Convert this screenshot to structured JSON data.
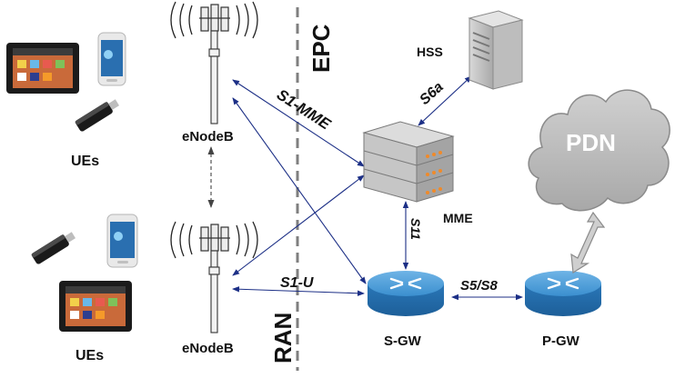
{
  "zones": {
    "core": "EPC",
    "access": "RAN"
  },
  "nodes": {
    "ue_top": "UEs",
    "ue_bottom": "UEs",
    "enb_top": "eNodeB",
    "enb_bottom": "eNodeB",
    "hss": "HSS",
    "mme": "MME",
    "sgw": "S-GW",
    "pgw": "P-GW",
    "pdn": "PDN"
  },
  "interfaces": {
    "s1_mme": "S1-MME",
    "s1_u": "S1-U",
    "s6a": "S6a",
    "s11": "S11",
    "s5_s8": "S5/S8"
  },
  "colors": {
    "link": "#1c2f86",
    "router": "#2f7fc1",
    "server": "#8f8f8f",
    "cloud": "#b9b9b9",
    "divider": "#7f7f7f"
  }
}
